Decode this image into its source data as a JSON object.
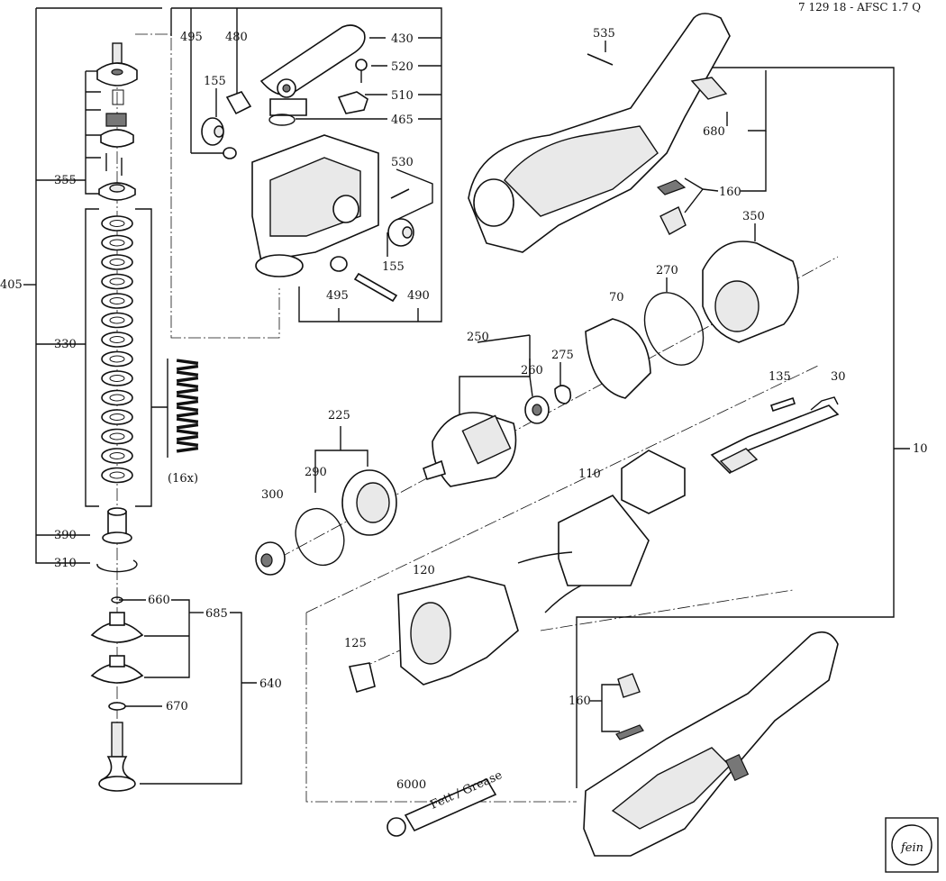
{
  "header": {
    "title": "7 129 18 - AFSC 1.7 Q"
  },
  "labels": {
    "l495a": "495",
    "l480": "480",
    "l430": "430",
    "l520": "520",
    "l510": "510",
    "l465": "465",
    "l155a": "155",
    "l530": "530",
    "l155b": "155",
    "l495b": "495",
    "l490": "490",
    "l355": "355",
    "l405": "405",
    "l330": "330",
    "l16x": "(16x)",
    "l390": "390",
    "l310": "310",
    "l660": "660",
    "l685": "685",
    "l640": "640",
    "l670": "670",
    "l535": "535",
    "l680": "680",
    "l160a": "160",
    "l350": "350",
    "l270": "270",
    "l70": "70",
    "l250": "250",
    "l275": "275",
    "l260": "260",
    "l225": "225",
    "l290": "290",
    "l300": "300",
    "l135": "135",
    "l30": "30",
    "l10": "10",
    "l110": "110",
    "l120": "120",
    "l125": "125",
    "l160b": "160",
    "l6000": "6000",
    "grease": "Fett / Grease",
    "logo": "fein"
  }
}
